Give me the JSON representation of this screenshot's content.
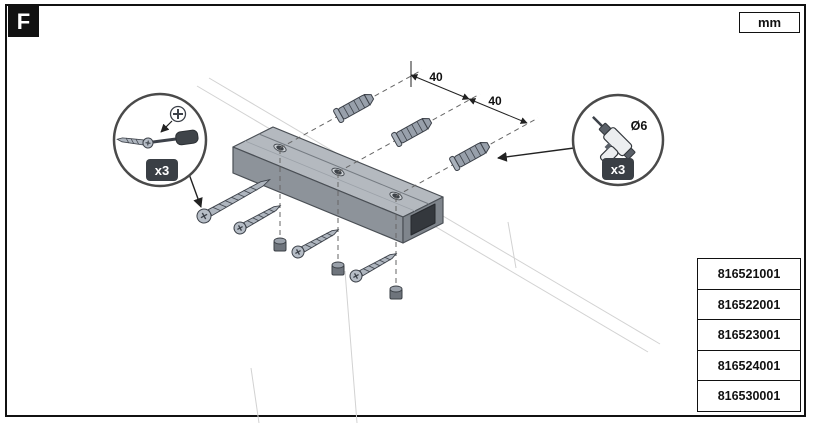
{
  "page": {
    "step_label": "F",
    "unit_label": "mm"
  },
  "dimensions": {
    "d1": "40",
    "d2": "40"
  },
  "callouts": {
    "left": {
      "tool": "phillips-screwdriver-icon",
      "count": "x3"
    },
    "right": {
      "tool": "drill-icon",
      "diameter": "Ø6",
      "count": "x3"
    }
  },
  "colors": {
    "line": "#111111",
    "badge": "#3a3f45",
    "metal": "#98a0ab",
    "rail_top": "#b4b9bf"
  },
  "parts": {
    "rows": [
      "816521001",
      "816522001",
      "816523001",
      "816524001",
      "816530001"
    ]
  }
}
